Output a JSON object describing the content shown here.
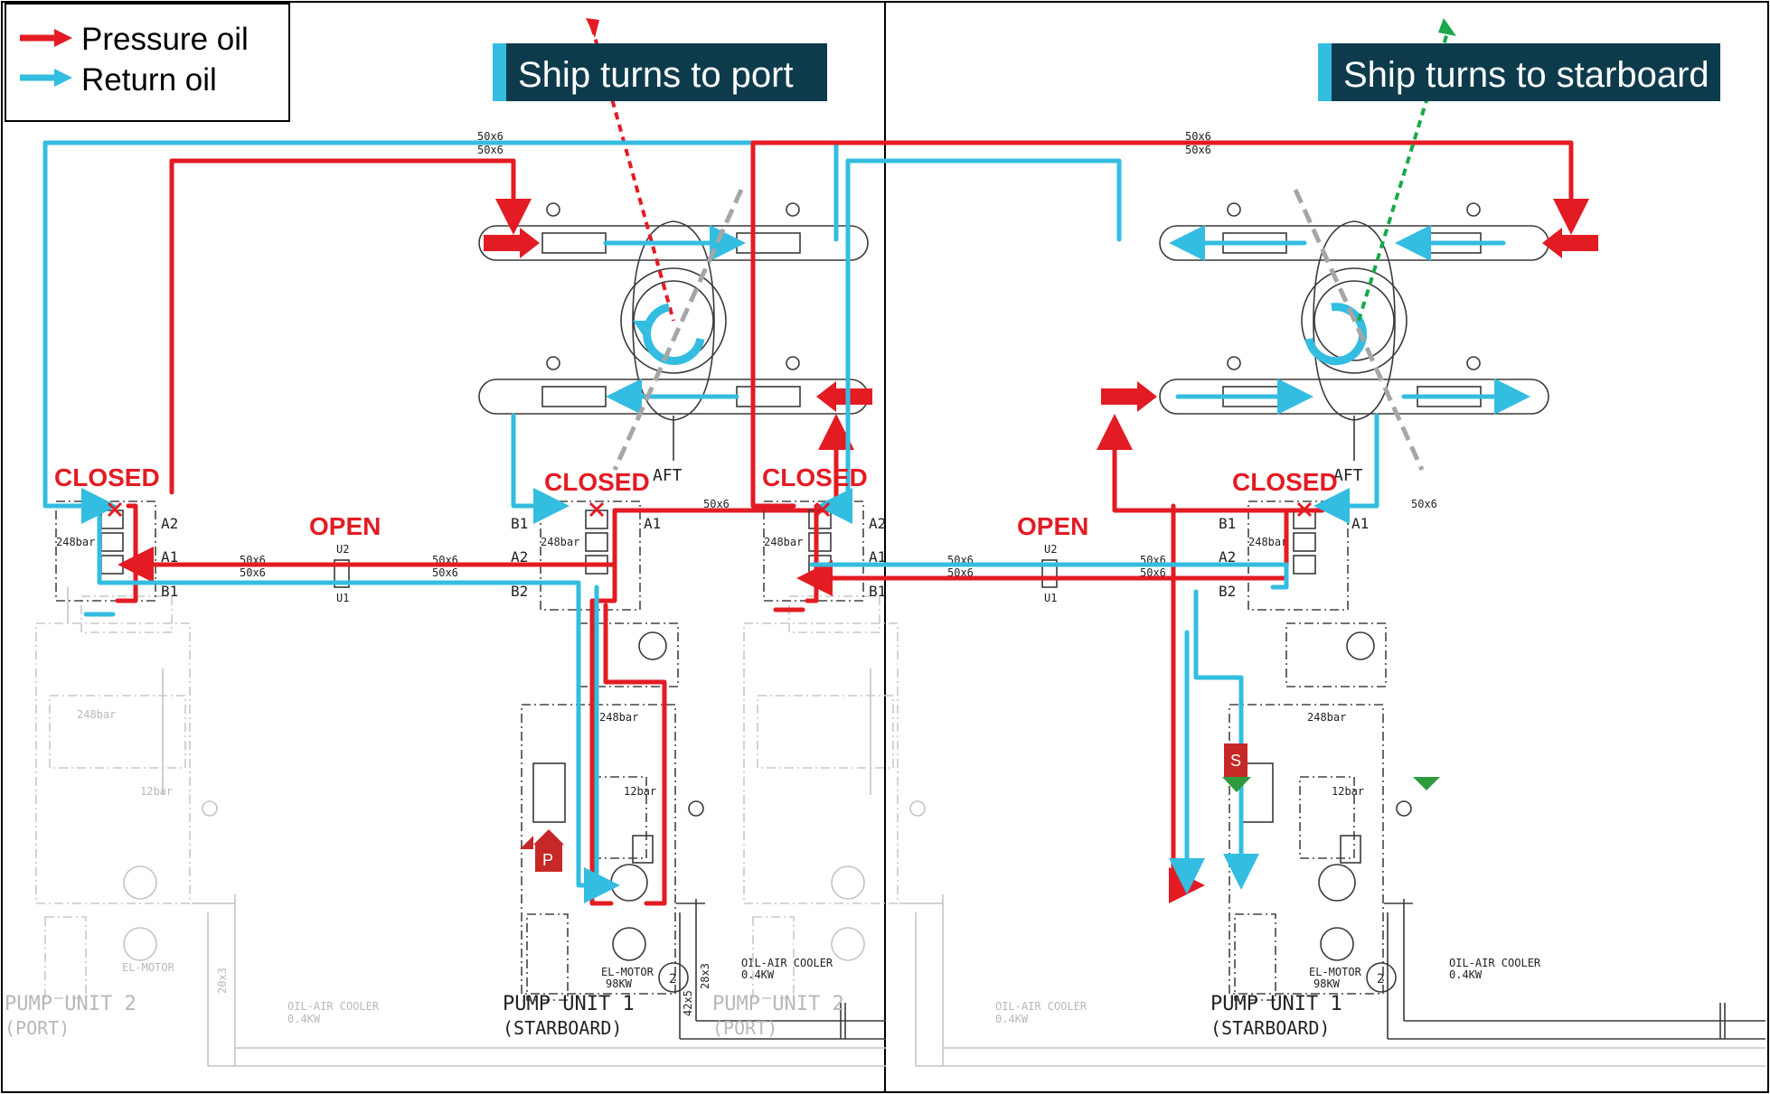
{
  "legend": {
    "pressure_label": "Pressure oil",
    "return_label": "Return oil"
  },
  "colors": {
    "pressure": "#e31b23",
    "return": "#33bde0",
    "banner_bg": "#0d3b4c",
    "banner_accent": "#33bde0",
    "heading_port": "#e31b23",
    "heading_starboard": "#1aa84a"
  },
  "panels": [
    {
      "banner": "Ship turns to port",
      "valve_left_status": "CLOSED",
      "valve_right_status": "CLOSED",
      "crossover_status": "OPEN",
      "active_pump_marker": "P"
    },
    {
      "banner": "Ship turns to starboard",
      "valve_left_status": "CLOSED",
      "valve_right_status": "CLOSED",
      "crossover_status": "OPEN",
      "active_pump_marker": "S"
    }
  ],
  "schematic": {
    "pipe_size_main": "50x6",
    "pipe_size_return": "28x3",
    "pipe_size_drain": "20x3",
    "pipe_size_tank": "42x5",
    "aft_label": "AFT",
    "port_A1": "A1",
    "port_A2": "A2",
    "port_B1": "B1",
    "port_B2": "B2",
    "valve_u1": "U1",
    "valve_u2": "U2",
    "relief_setting": "248bar",
    "pilot_setting": "12bar",
    "pump_unit_1": "PUMP UNIT 1",
    "pump_unit_1_side": "(STARBOARD)",
    "pump_unit_2": "PUMP UNIT 2",
    "pump_unit_2_side": "(PORT)",
    "motor_label": "EL-MOTOR",
    "motor_power": "98KW",
    "cooler_label": "OIL-AIR COOLER",
    "cooler_power": "0.4KW",
    "unit_number": "2"
  }
}
